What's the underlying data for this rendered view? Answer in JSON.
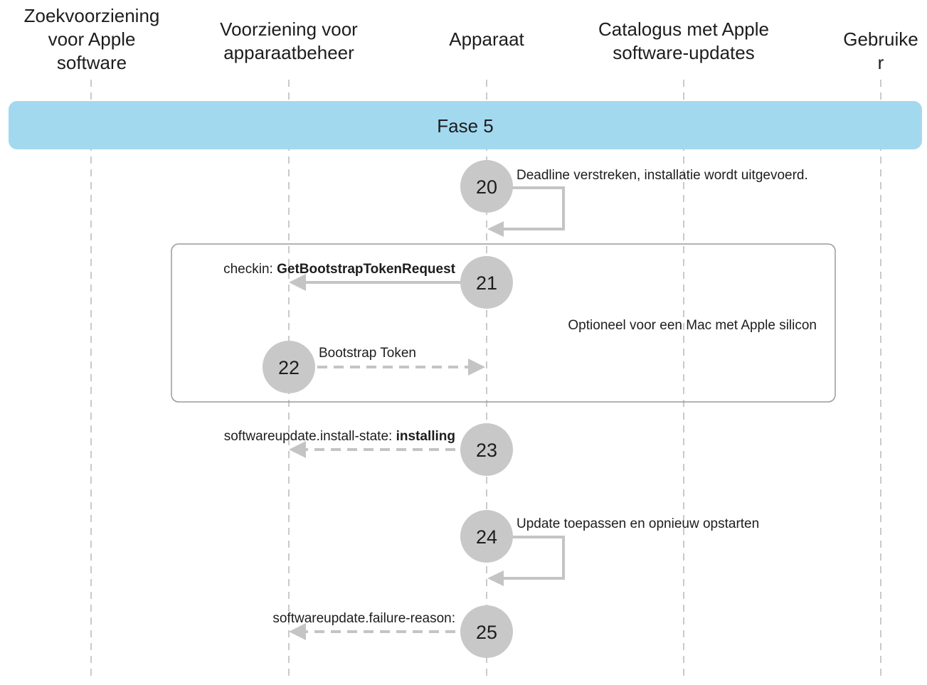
{
  "lanes": [
    {
      "id": "lane-software-lookup",
      "title_lines": [
        "Zoekvoorziening",
        "voor Apple",
        "software"
      ]
    },
    {
      "id": "lane-device-management",
      "title_lines": [
        "Voorziening voor",
        "apparaatbeheer"
      ]
    },
    {
      "id": "lane-device",
      "title_lines": [
        "Apparaat"
      ]
    },
    {
      "id": "lane-update-catalog",
      "title_lines": [
        "Catalogus met Apple",
        "software-updates"
      ]
    },
    {
      "id": "lane-user",
      "title_lines": [
        "Gebruike",
        "r"
      ]
    }
  ],
  "phase": {
    "label": "Fase 5",
    "color": "#a3d9ef"
  },
  "optional_group": {
    "label": "Optioneel voor een Mac met Apple silicon"
  },
  "steps": [
    {
      "number": "20",
      "label_plain": "Deadline verstreken, installatie wordt uitgevoerd.",
      "label_bold": ""
    },
    {
      "number": "21",
      "label_plain": "checkin: ",
      "label_bold": "GetBootstrapTokenRequest"
    },
    {
      "number": "22",
      "label_plain": "Bootstrap Token",
      "label_bold": ""
    },
    {
      "number": "23",
      "label_plain": "softwareupdate.install-state: ",
      "label_bold": "installing"
    },
    {
      "number": "24",
      "label_plain": "Update toepassen en opnieuw opstarten",
      "label_bold": ""
    },
    {
      "number": "25",
      "label_plain": "softwareupdate.failure-reason:",
      "label_bold": ""
    }
  ],
  "colors": {
    "step_circle": "#c8c8c8",
    "arrow": "#c4c4c4",
    "lifeline": "#b8b8b8",
    "group_border": "#9a9a9a",
    "text": "#1d1d1f"
  }
}
